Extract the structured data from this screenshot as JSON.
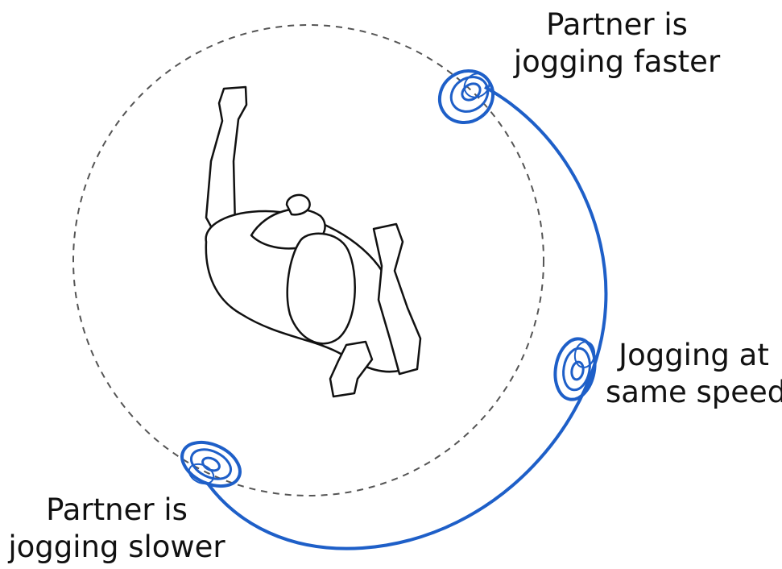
{
  "colors": {
    "accent": "#1e5fc8",
    "figure_stroke": "#111111",
    "dashed_circle": "#555555"
  },
  "labels": {
    "faster": {
      "line1": "Partner is",
      "line2": "jogging faster"
    },
    "same": {
      "line1": "Jogging at",
      "line2": "same speed"
    },
    "slower": {
      "line1": "Partner is",
      "line2": "jogging slower"
    }
  }
}
